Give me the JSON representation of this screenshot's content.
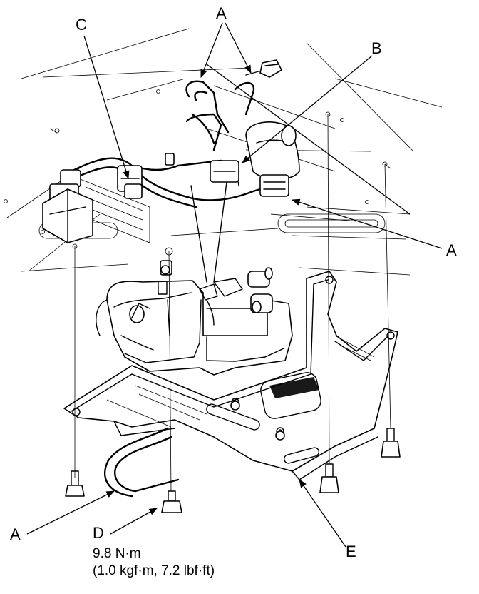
{
  "callouts": {
    "a_top": "A",
    "b": "B",
    "c": "C",
    "a_right": "A",
    "a_bottom": "A",
    "d": "D",
    "e": "E"
  },
  "torque_spec": {
    "value": "9.8 N·m",
    "alt": "(1.0 kgf·m, 7.2 lbf·ft)"
  }
}
